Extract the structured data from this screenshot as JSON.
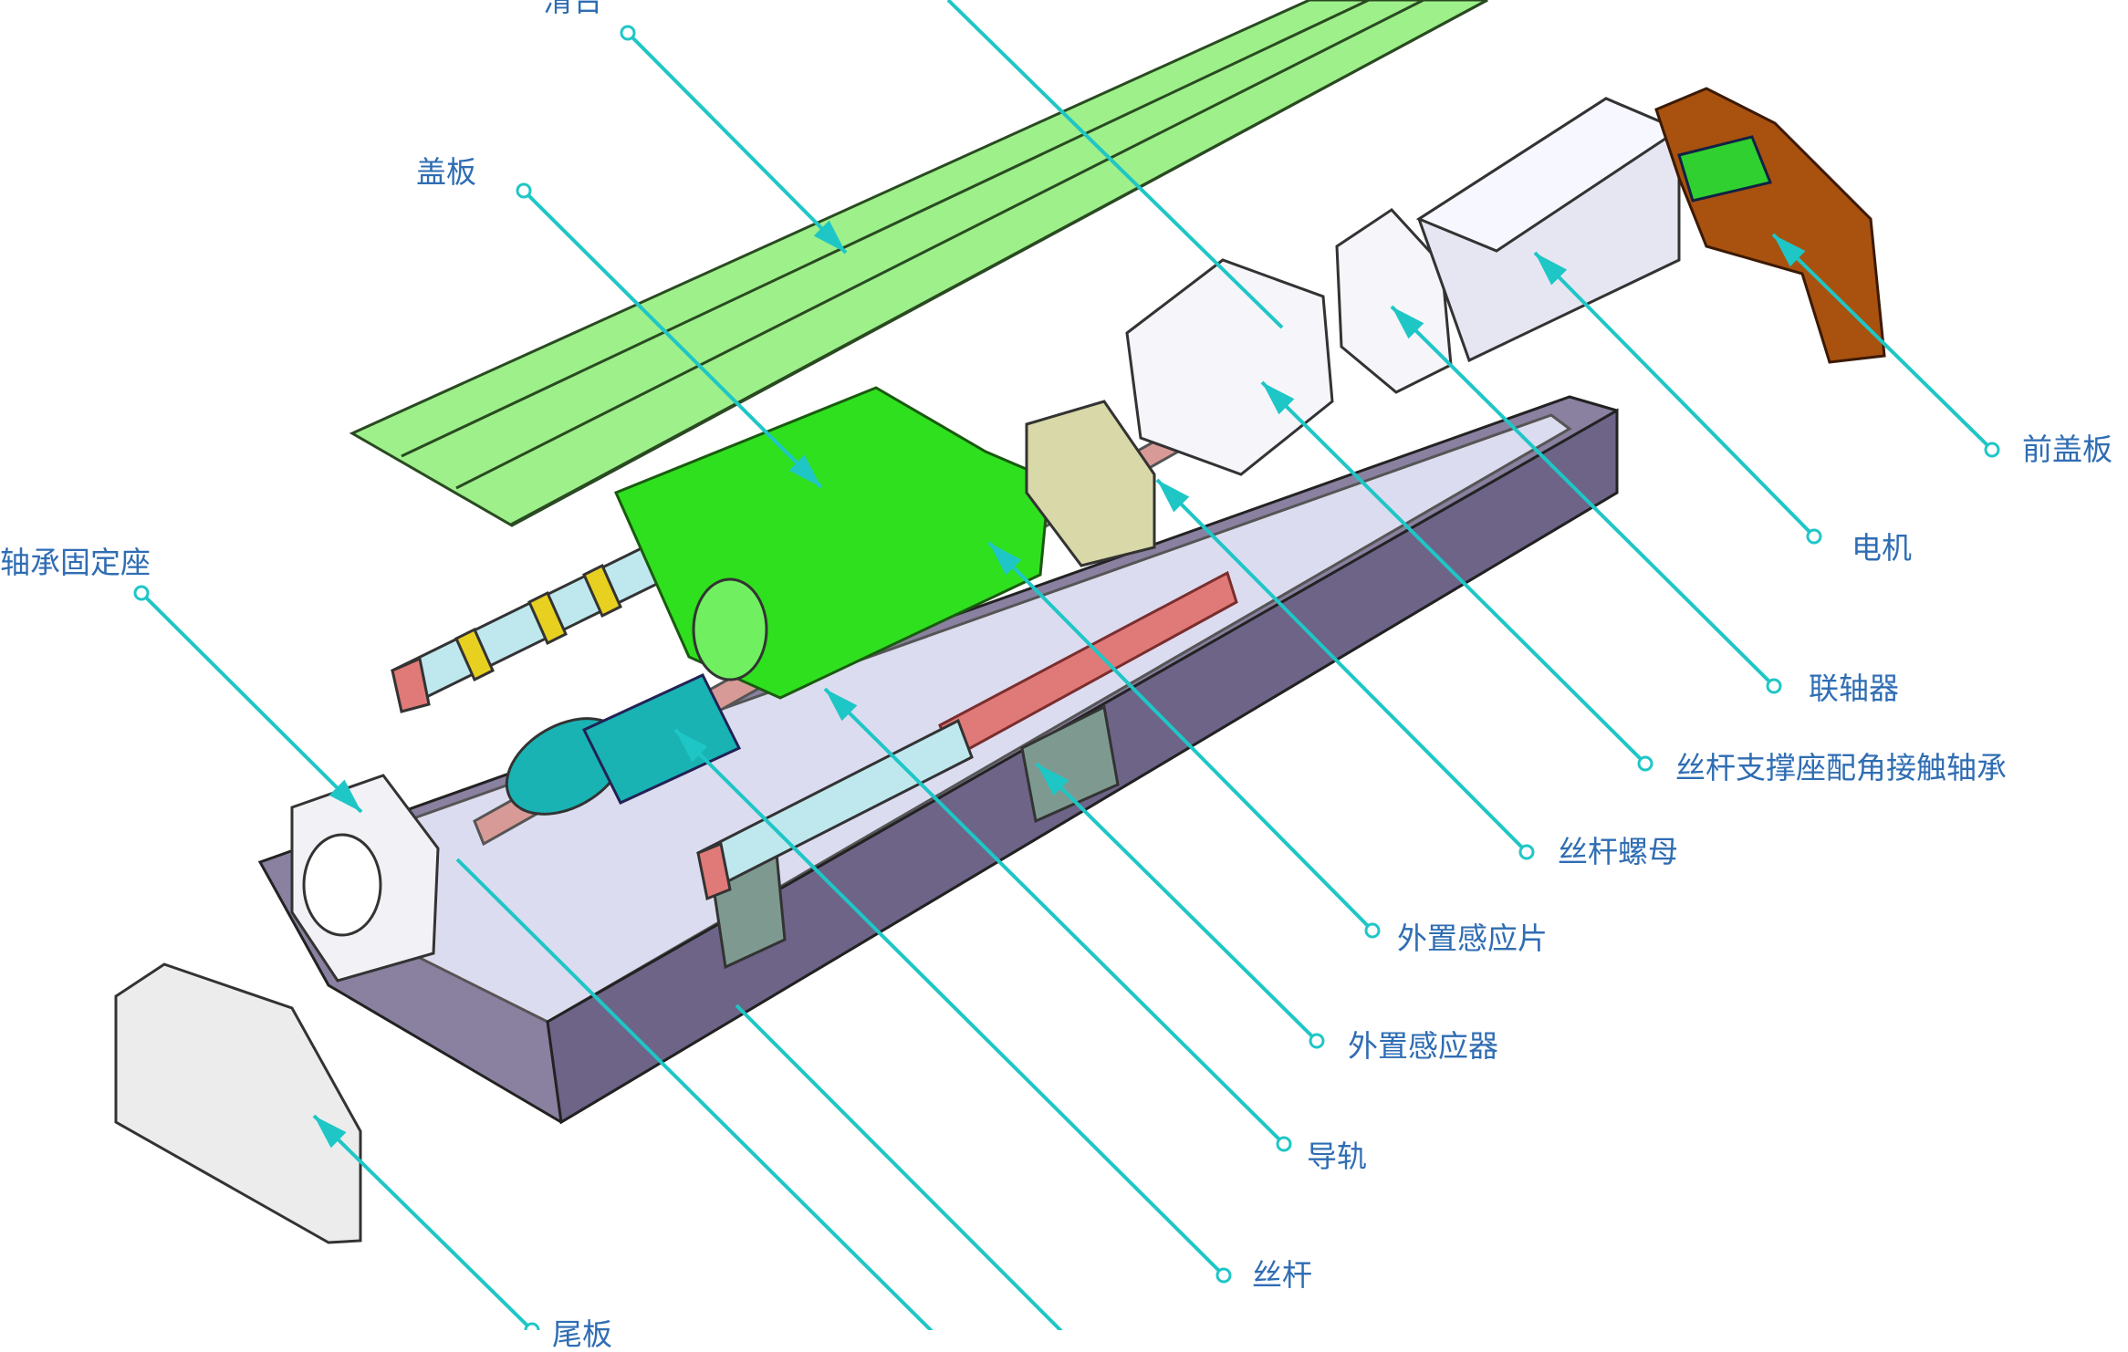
{
  "diagram": {
    "type": "exploded-assembly",
    "colors": {
      "label": "#2f6db3",
      "leader": "#1fc6c6",
      "cover": "#9ef08a",
      "slide_block": "#2fe01e",
      "base": "#8a80a0",
      "motor": "#e6e6f2",
      "front_cover": "#a9510f",
      "screw_nut": "#19b3b3",
      "rail_red": "#e07a78"
    },
    "labels": [
      {
        "id": "slide-table",
        "text": "滑台"
      },
      {
        "id": "cover-plate",
        "text": "盖板"
      },
      {
        "id": "bearing-seat",
        "text": "轴承固定座"
      },
      {
        "id": "front-cover",
        "text": "前盖板"
      },
      {
        "id": "motor",
        "text": "电机"
      },
      {
        "id": "coupling",
        "text": "联轴器"
      },
      {
        "id": "screw-support",
        "text": "丝杆支撑座配角接触轴承"
      },
      {
        "id": "screw-nut",
        "text": "丝杆螺母"
      },
      {
        "id": "sensor-flag",
        "text": "外置感应片"
      },
      {
        "id": "sensor",
        "text": "外置感应器"
      },
      {
        "id": "guide-rail",
        "text": "导轨"
      },
      {
        "id": "lead-screw",
        "text": "丝杆"
      },
      {
        "id": "tail-plate",
        "text": "尾板"
      }
    ]
  }
}
